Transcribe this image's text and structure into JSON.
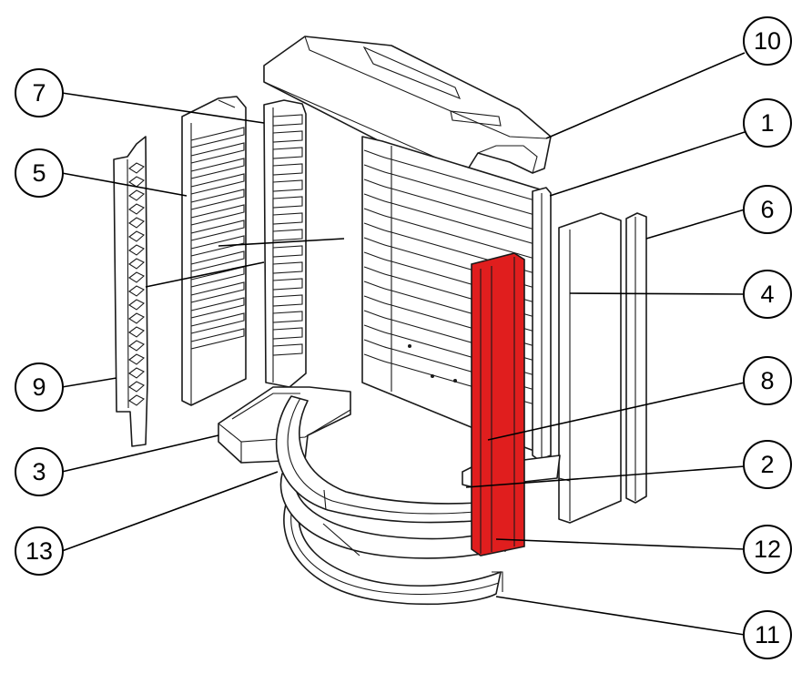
{
  "figure": {
    "highlight_color": "#e01e1e",
    "highlighted_part": "8"
  },
  "callouts": [
    {
      "id": "c1",
      "label": "1",
      "part": "side-panel-right"
    },
    {
      "id": "c2",
      "label": "2",
      "part": "base-block-right"
    },
    {
      "id": "c3",
      "label": "3",
      "part": "base-block-left"
    },
    {
      "id": "c4",
      "label": "4",
      "part": "side-panel-right-outer"
    },
    {
      "id": "c5",
      "label": "5",
      "part": "ribbed-panel-left"
    },
    {
      "id": "c6",
      "label": "6",
      "part": "side-strip-right"
    },
    {
      "id": "c7",
      "label": "7",
      "part": "ribbed-strip"
    },
    {
      "id": "c8",
      "label": "8",
      "part": "front-post-highlighted"
    },
    {
      "id": "c9",
      "label": "9",
      "part": "toothed-strip-left"
    },
    {
      "id": "c10",
      "label": "10",
      "part": "top-baffle"
    },
    {
      "id": "c11",
      "label": "11",
      "part": "lower-arc-rail"
    },
    {
      "id": "c12",
      "label": "12",
      "part": "middle-arc-ring"
    },
    {
      "id": "c13",
      "label": "13",
      "part": "upper-arc-ring"
    }
  ]
}
